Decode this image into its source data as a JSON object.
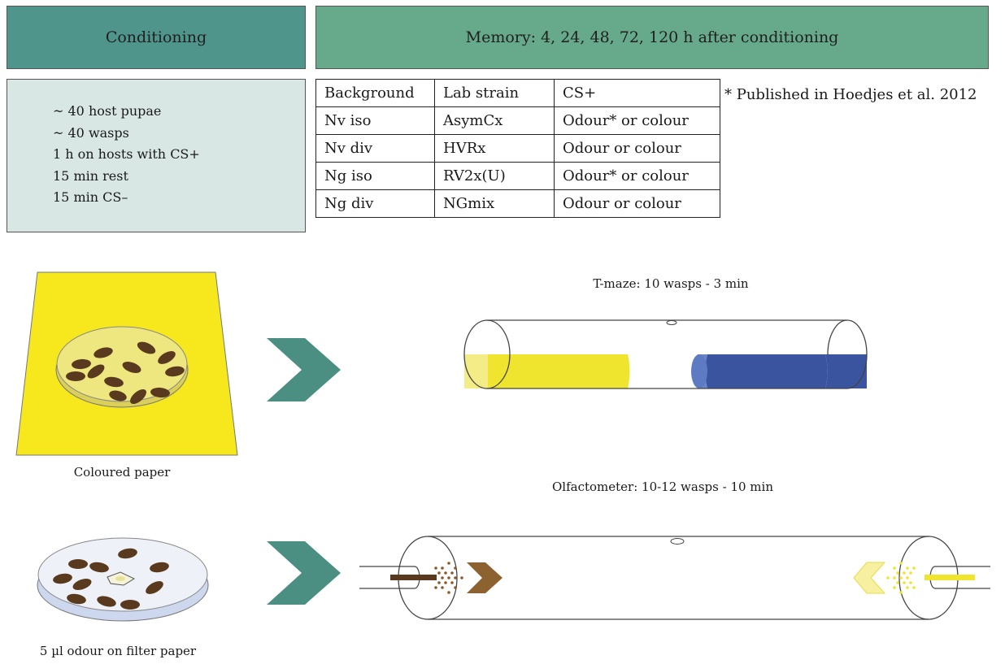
{
  "colors": {
    "teal_dark": "#4f958c",
    "teal_light": "#66a98b",
    "panel_bg": "#d8e7e3",
    "yellow": "#f0e42a",
    "blue": "#3a54a0",
    "brown": "#5a3a1e",
    "arrow_teal": "#4a8f82"
  },
  "conditioning": {
    "title": "Conditioning",
    "steps": [
      "~ 40 host pupae",
      "~ 40 wasps",
      "1 h on hosts with CS+",
      "15 min rest",
      "15 min CS–"
    ]
  },
  "memory": {
    "title": "Memory: 4, 24, 48, 72, 120 h after conditioning"
  },
  "strain_table": {
    "headers": [
      "Background",
      "Lab strain",
      "CS+"
    ],
    "rows": [
      [
        "Nv iso",
        "AsymCx",
        "Odour* or colour"
      ],
      [
        "Nv div",
        "HVRx",
        "Odour or colour"
      ],
      [
        "Ng iso",
        "RV2x(U)",
        "Odour* or colour"
      ],
      [
        "Ng div",
        "NGmix",
        "Odour or colour"
      ]
    ]
  },
  "footnote": "* Published in Hoedjes et al. 2012",
  "colour_setup": {
    "caption": "Coloured paper",
    "test_label": "T-maze: 10 wasps - 3 min"
  },
  "odour_setup": {
    "caption": "5 µl odour on filter paper",
    "test_label": "Olfactometer: 10-12 wasps - 10 min"
  },
  "icons": [
    "chevron-arrow-icon",
    "petri-dish-icon",
    "t-maze-tube-icon",
    "olfactometer-tube-icon"
  ]
}
